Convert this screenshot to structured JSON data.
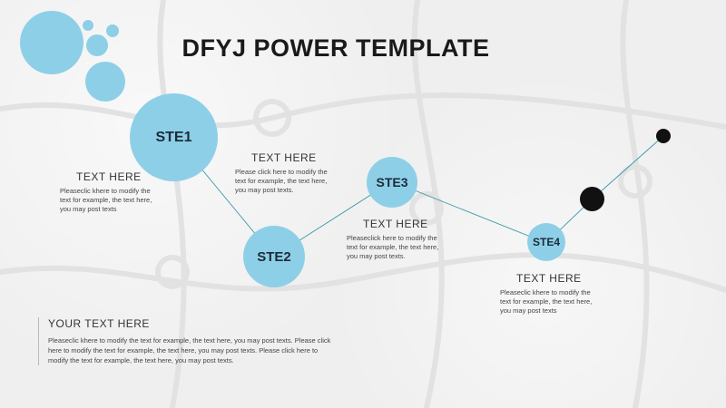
{
  "title": "DFYJ POWER TEMPLATE",
  "steps": [
    {
      "label": "STE1"
    },
    {
      "label": "STE2"
    },
    {
      "label": "STE3"
    },
    {
      "label": "STE4"
    }
  ],
  "blocks": [
    {
      "heading": "TEXT HERE",
      "body": "Pleaseclic khere to modify the text for example, the text here, you may post texts"
    },
    {
      "heading": "TEXT HERE",
      "body": "Please click here to modify the text for example, the text here, you may post texts."
    },
    {
      "heading": "TEXT HERE",
      "body": "Pleaseclick here to modify the text for example, the text here, you may post texts."
    },
    {
      "heading": "TEXT HERE",
      "body": "Pleaseclic khere to modify the text for example, the text here, you may post texts"
    }
  ],
  "bottom": {
    "heading": "YOUR TEXT HERE",
    "body": "Pleaseclic khere to modify the text for example, the text here, you may post texts. Please click here to modify the text for example, the text here, you may post texts. Please click here to modify the text for example, the text here, you may post texts."
  },
  "colors": {
    "accent": "#8ecfe8",
    "line": "#3a9aa8",
    "dot": "#111111"
  }
}
